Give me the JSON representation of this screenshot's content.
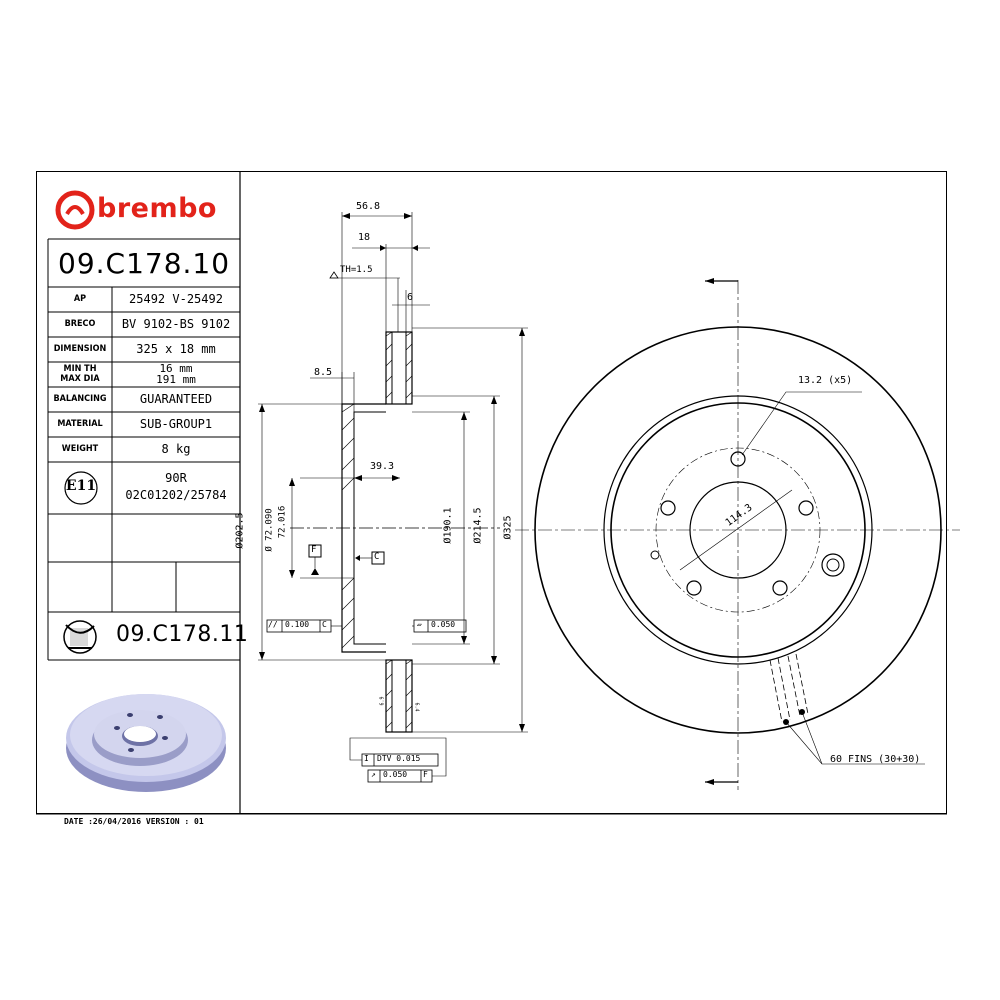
{
  "brand": {
    "name": "brembo",
    "color": "#e2231a"
  },
  "part_number": "09.C178.10",
  "alt_part_number": "09.C178.11",
  "specs": [
    {
      "label": "AP",
      "value": "25492 V-25492"
    },
    {
      "label": "BRECO",
      "value": "BV 9102-BS 9102"
    },
    {
      "label": "DIMENSION",
      "value": "325 x 18 mm"
    },
    {
      "label_line1": "MIN TH",
      "label_line2": "MAX DIA",
      "value_line1": "16 mm",
      "value_line2": "191 mm"
    },
    {
      "label": "BALANCING",
      "value": "GUARANTEED"
    },
    {
      "label": "MATERIAL",
      "value": "SUB-GROUP1"
    },
    {
      "label": "WEIGHT",
      "value": "8 kg"
    }
  ],
  "approval": {
    "mark": "E11",
    "line1": "90R",
    "line2": "02C01202/25784"
  },
  "footer": "DATE :26/04/2016 VERSION : 01",
  "dimensions": {
    "d56_8": "56.8",
    "d18": "18",
    "th": "TH=1.5",
    "d6": "6",
    "d8_5": "8.5",
    "d39_3": "39.3",
    "d202_5": "Ø202.5",
    "d72_090": "Ø 72.090",
    "d72_016": "72.016",
    "d190_1": "Ø190.1",
    "d214_5": "Ø214.5",
    "d325": "Ø325",
    "datum_f": "F",
    "datum_c": "C",
    "tol_parallel": "0.100",
    "tol_parallel_ref": "C",
    "tol_flat": "0.050",
    "dtv": "DTV 0.015",
    "runout": "0.050",
    "runout_ref": "F",
    "bolt_hole": "13.2 (x5)",
    "pcd": "114.3",
    "fins": "60 FINS (30+30)",
    "small_a": "6.9",
    "small_b": "6.4"
  }
}
